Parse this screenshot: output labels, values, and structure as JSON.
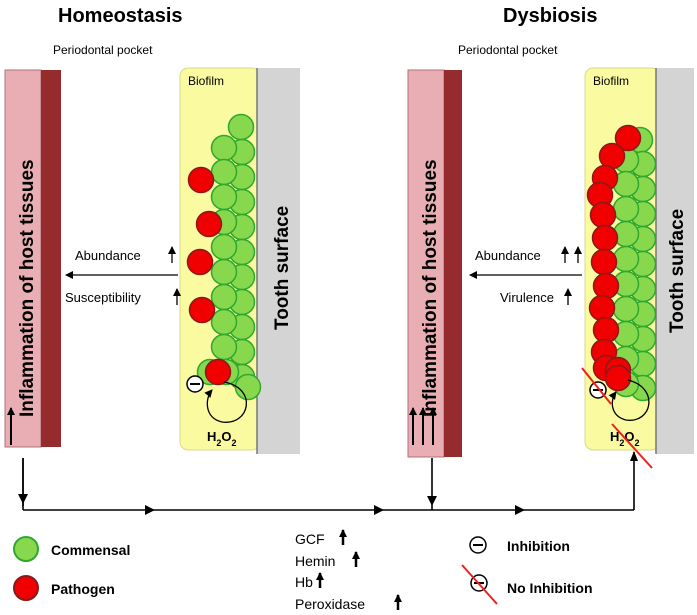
{
  "titles": {
    "left": "Homeostasis",
    "right": "Dysbiosis"
  },
  "panels": {
    "left": {
      "pocket_label": "Periodontal pocket",
      "biofilm_label": "Biofilm",
      "host_label": "Inflammation of host tissues",
      "tooth_label": "Tooth surface",
      "factor_1": "Abundance",
      "factor_2": "Susceptibility",
      "h2o2": {
        "main": "H",
        "sub1": "2",
        "mid": "O",
        "sub2": "2"
      },
      "inflammation_arrows": 1
    },
    "right": {
      "pocket_label": "Periodontal pocket",
      "biofilm_label": "Biofilm",
      "host_label": "Inflammation of host tissues",
      "tooth_label": "Tooth surface",
      "factor_1": "Abundance",
      "factor_2": "Virulence",
      "h2o2": {
        "main": "H",
        "sub1": "2",
        "mid": "O",
        "sub2": "2"
      },
      "inflammation_arrows": 3
    }
  },
  "bottom_factors": [
    "GCF",
    "Hemin",
    "Hb",
    "Peroxidase"
  ],
  "legend": {
    "commensal": "Commensal",
    "pathogen": "Pathogen",
    "inhibition": "Inhibition",
    "no_inhibition": "No Inhibition"
  },
  "colors": {
    "host_tissue_fill": "#e8aeb3",
    "host_tissue_edge": "#962b2e",
    "biofilm_fill": "#fafaa0",
    "tooth_fill": "#d4d4d4",
    "commensal_fill": "#88d84e",
    "commensal_edge": "#2ea82e",
    "pathogen_fill": "#f00000",
    "pathogen_edge": "#8a1a1a",
    "no_inhibition_line": "#ee2020"
  }
}
